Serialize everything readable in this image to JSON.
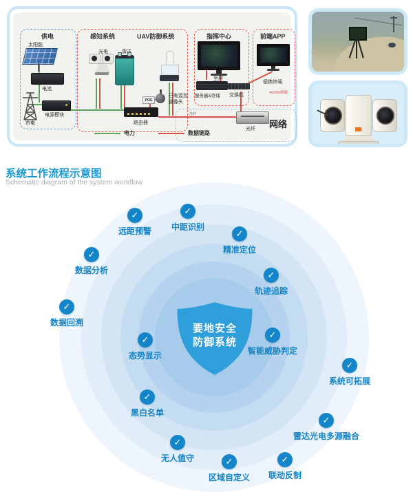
{
  "architecture": {
    "legend": {
      "power_label": "电力",
      "data_label": "数据链路"
    },
    "power": {
      "title": "供电",
      "solar": "太阳能",
      "battery": "电池",
      "mains": "市电",
      "module": "电源模块"
    },
    "sensing": {
      "title": "感知系统",
      "optoelectronic": "光电",
      "radar": "雷达"
    },
    "uav": {
      "title": "UAV防御系统"
    },
    "camera": {
      "line1": "已有监控",
      "line2": "摄像头",
      "poe": "POE"
    },
    "router": "路由器",
    "command": {
      "title": "指挥中心",
      "screen": "坐席",
      "server": "服务器&存储",
      "switch": "交换机"
    },
    "app": {
      "title": "前端APP",
      "terminal": "便携终端",
      "link": "4G/5G网络"
    },
    "network": {
      "title": "网络",
      "fiber": "光纤",
      "line_label": "光纤"
    }
  },
  "workflow": {
    "title": "系统工作流程示意图",
    "subtitle": "Schematic diagram of the system workflow",
    "shield": {
      "line1": "要地安全",
      "line2": "防御系统"
    },
    "shield_color": "#2f9fdc",
    "check_color": "#1585c9",
    "features": [
      {
        "label": "远距预警"
      },
      {
        "label": "中距识别"
      },
      {
        "label": "精准定位"
      },
      {
        "label": "数据分析"
      },
      {
        "label": "轨迹追踪"
      },
      {
        "label": "数据回溯"
      },
      {
        "label": "态势显示"
      },
      {
        "label": "智能威胁判定"
      },
      {
        "label": "系统可拓展"
      },
      {
        "label": "黑白名单"
      },
      {
        "label": "雷达光电多源融合"
      },
      {
        "label": "无人值守"
      },
      {
        "label": "区域自定义"
      },
      {
        "label": "联动反制"
      }
    ]
  }
}
